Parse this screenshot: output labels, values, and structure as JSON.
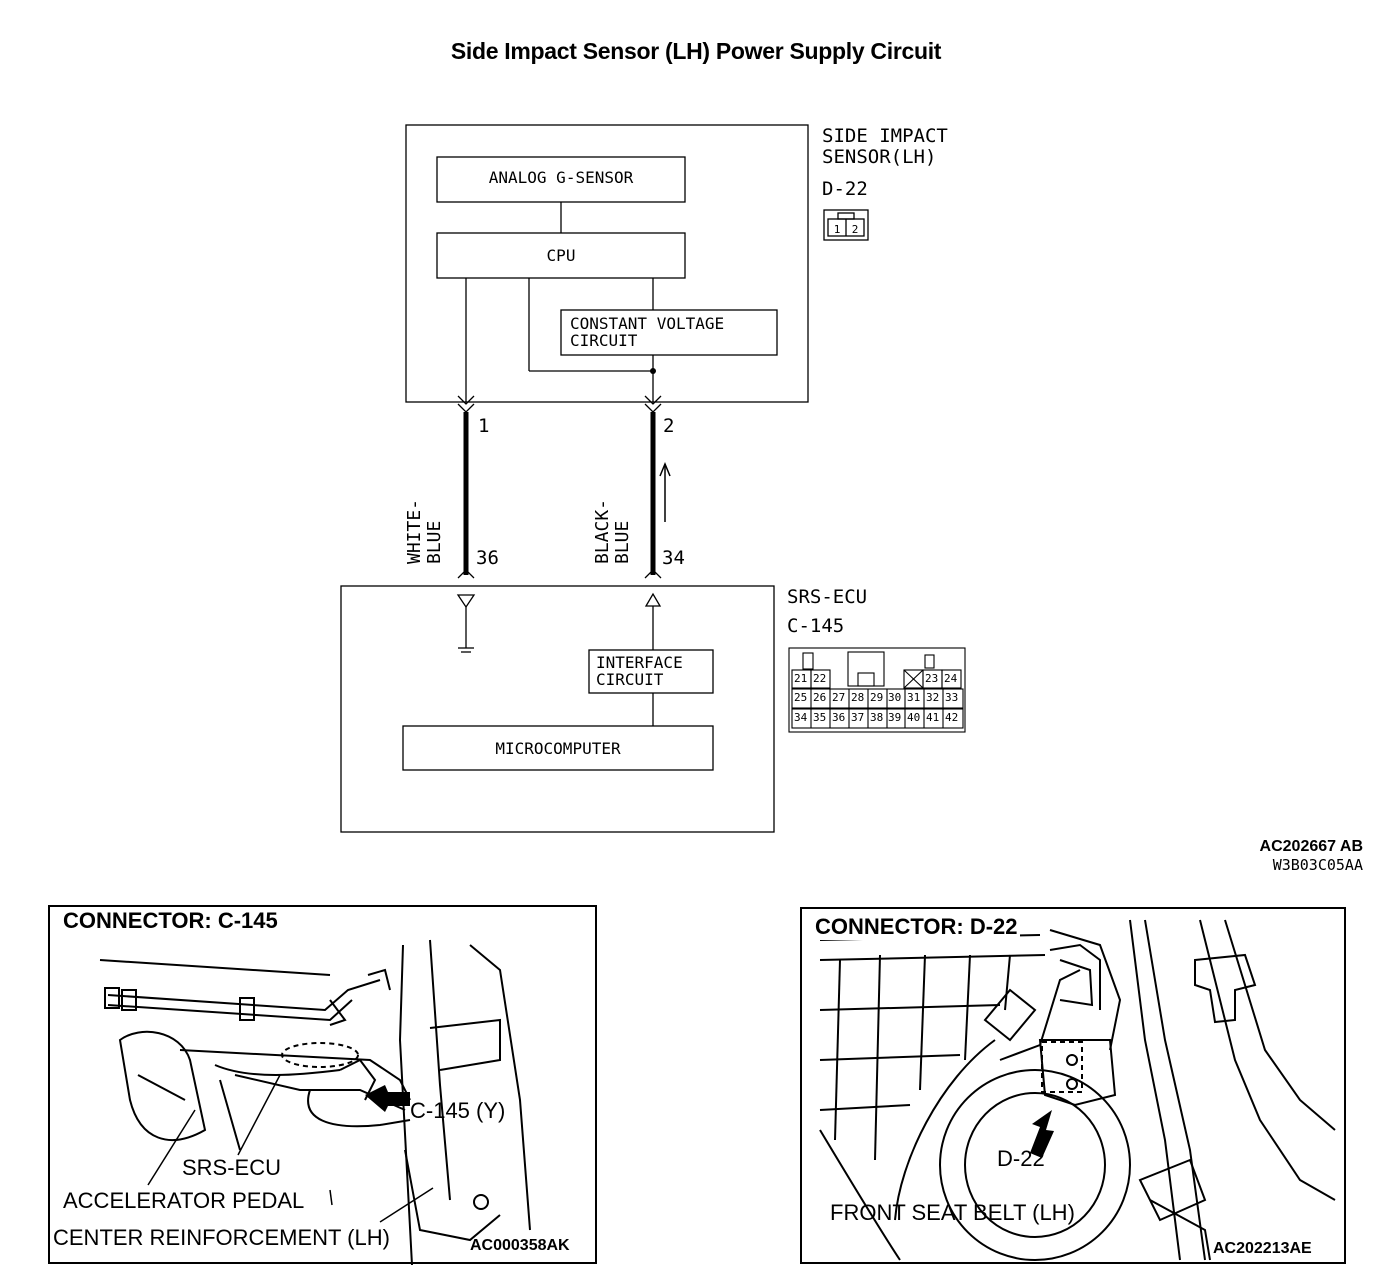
{
  "title": "Side Impact Sensor (LH) Power Supply Circuit",
  "sensor": {
    "name_line1": "SIDE IMPACT",
    "name_line2": "SENSOR(LH)",
    "connector": "D-22",
    "pins": [
      "1",
      "2"
    ],
    "blocks": {
      "analog": "ANALOG G-SENSOR",
      "cpu": "CPU",
      "cvc_line1": "CONSTANT VOLTAGE",
      "cvc_line2": "CIRCUIT"
    }
  },
  "wires": {
    "left": {
      "pin_top": "1",
      "pin_bottom": "36",
      "color_line1": "WHITE-",
      "color_line2": "BLUE"
    },
    "right": {
      "pin_top": "2",
      "pin_bottom": "34",
      "color_line1": "BLACK-",
      "color_line2": "BLUE"
    }
  },
  "ecu": {
    "name": "SRS-ECU",
    "connector": "C-145",
    "blocks": {
      "interface_line1": "INTERFACE",
      "interface_line2": "CIRCUIT",
      "micro": "MICROCOMPUTER"
    },
    "pin_rows": [
      [
        "21",
        "22",
        "",
        "",
        "",
        "",
        "",
        "23",
        "24"
      ],
      [
        "25",
        "26",
        "27",
        "28",
        "29",
        "30",
        "31",
        "32",
        "33"
      ],
      [
        "34",
        "35",
        "36",
        "37",
        "38",
        "39",
        "40",
        "41",
        "42"
      ]
    ]
  },
  "diagram_codes": {
    "code1": "AC202667 AB",
    "code2": "W3B03C05AA"
  },
  "inset_left": {
    "title": "CONNECTOR: C-145",
    "callouts": {
      "connector": "C-145 (Y)",
      "ecu": "SRS-ECU",
      "pedal": "ACCELERATOR PEDAL",
      "reinforcement": "CENTER REINFORCEMENT (LH)"
    },
    "code": "AC000358AK"
  },
  "inset_right": {
    "title": "CONNECTOR: D-22",
    "callouts": {
      "connector": "D-22",
      "belt": "FRONT SEAT BELT (LH)"
    },
    "code": "AC202213AE"
  }
}
